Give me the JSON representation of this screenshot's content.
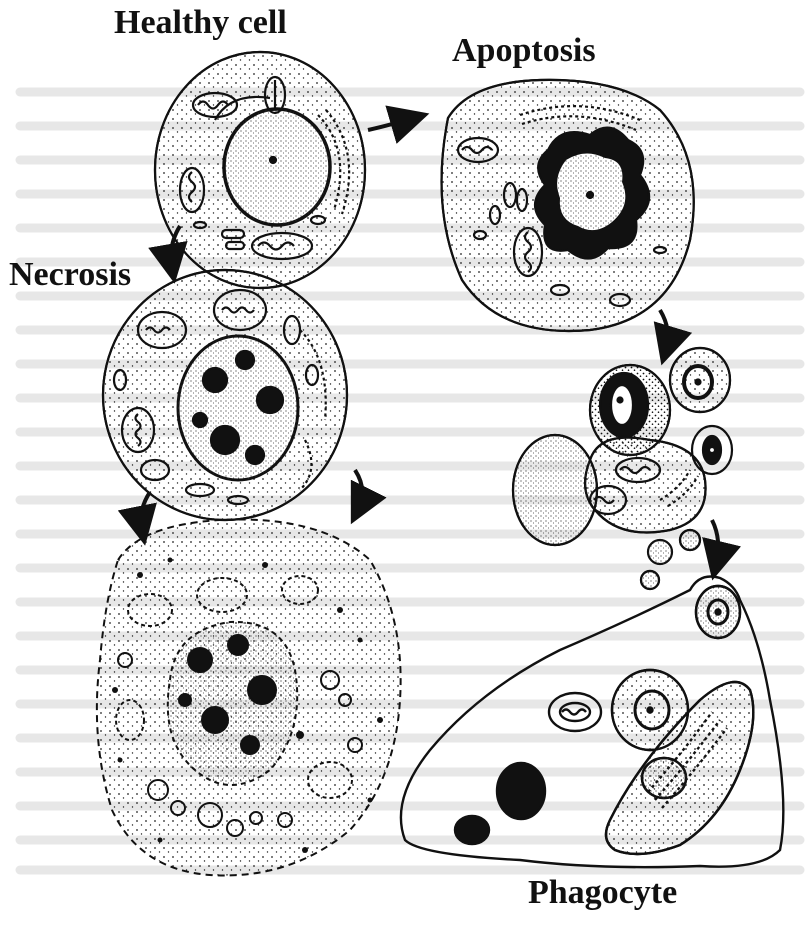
{
  "labels": {
    "healthy": "Healthy cell",
    "apoptosis": "Apoptosis",
    "necrosis": "Necrosis",
    "phagocyte": "Phagocyte"
  },
  "colors": {
    "ink": "#111111",
    "background_text": "#c9c9c9"
  }
}
